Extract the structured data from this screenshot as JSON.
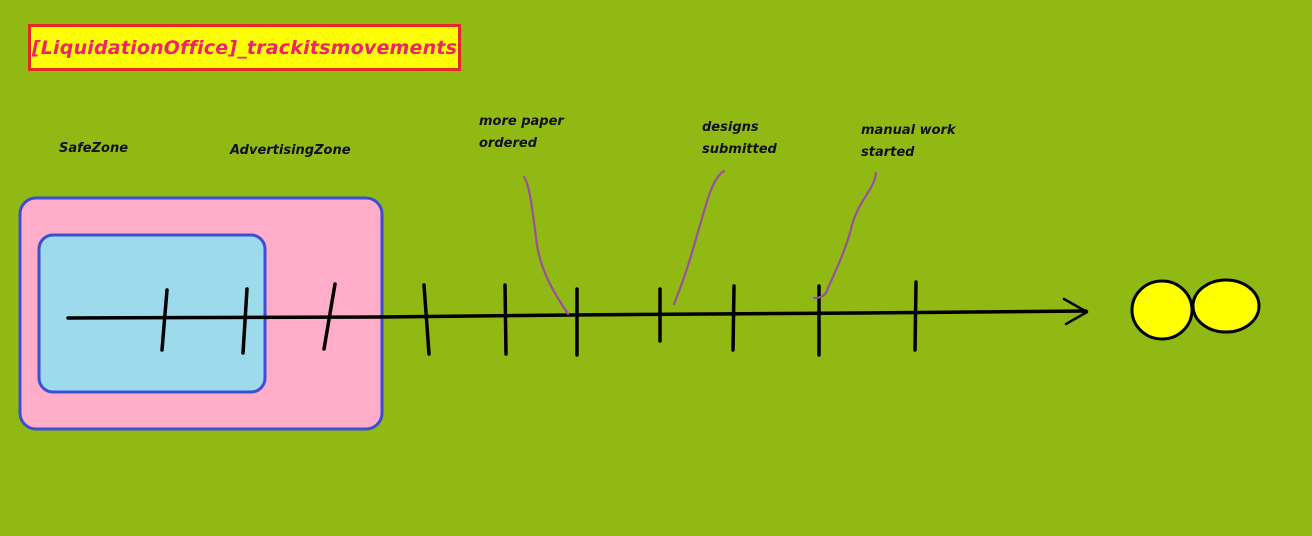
{
  "title": "[LiquidationOffice]_trackitsmovements",
  "zones": {
    "safe": "SafeZone",
    "advertising": "AdvertisingZone"
  },
  "annotations": [
    {
      "line1": "more paper",
      "line2": "ordered"
    },
    {
      "line1": "designs",
      "line2": "submitted"
    },
    {
      "line1": "manual work",
      "line2": "started"
    }
  ],
  "colors": {
    "background": "#91b914",
    "title_fill": "#ffff00",
    "title_border": "#e8262a",
    "title_text": "#f0236a",
    "advertising_zone_fill": "#ffadc9",
    "safe_zone_fill": "#9ddaec",
    "zone_border": "#3c4fd4",
    "timeline": "#000000",
    "leader_lines": "#9a4fa0",
    "end_circles": "#ffff00"
  }
}
